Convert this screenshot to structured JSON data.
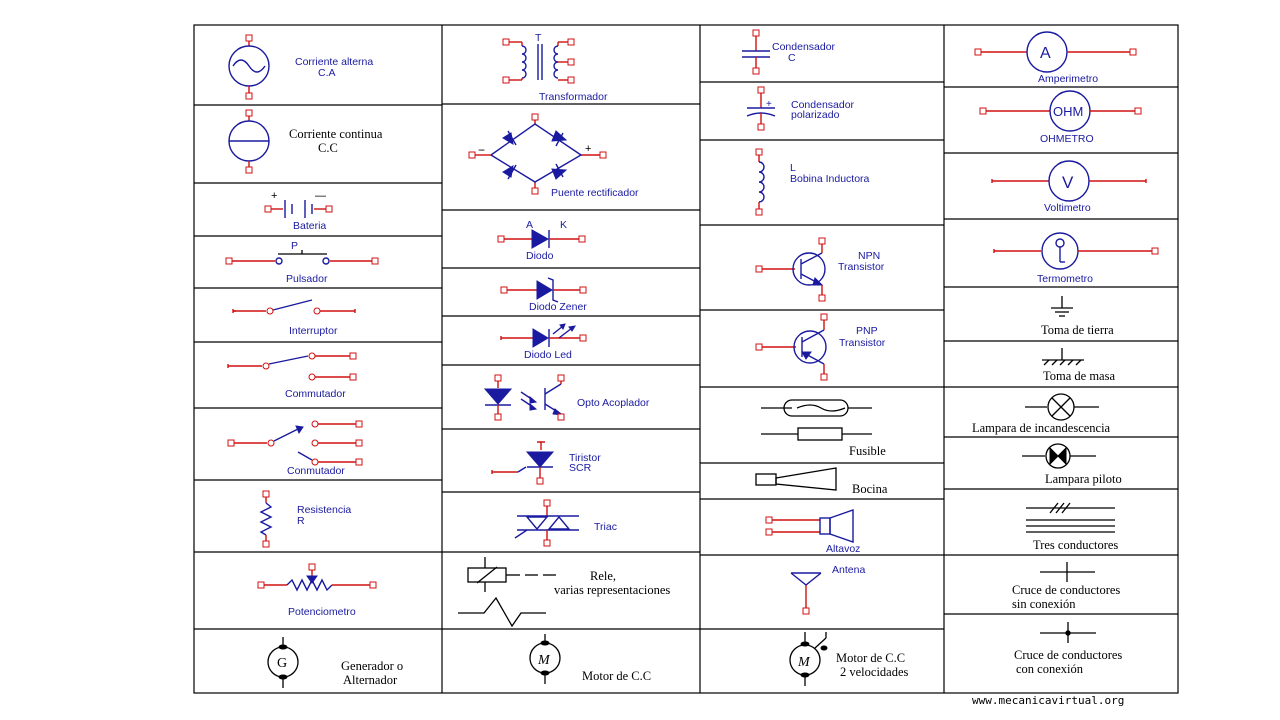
{
  "symbols": {
    "col1": {
      "ac": [
        "Corriente alterna",
        "C.A"
      ],
      "dc": [
        "Corriente continua",
        "C.C"
      ],
      "battery": "Bateria",
      "battery_plus": "+",
      "battery_minus": "—",
      "pushbutton": "Pulsador",
      "pushbutton_p": "P",
      "switch": "Interruptor",
      "changeover1": "Commutador",
      "changeover2": "Conmutador",
      "resistor": [
        "Resistencia",
        "R"
      ],
      "pot": "Potenciometro",
      "generator": [
        "Generador o",
        "Alternador"
      ],
      "generator_g": "G"
    },
    "col2": {
      "transformer": "Transformador",
      "transformer_t": "T",
      "bridge": "Puente rectificador",
      "bridge_minus": "−",
      "bridge_plus": "+",
      "diode": "Diodo",
      "diode_a": "A",
      "diode_k": "K",
      "zener": "Diodo Zener",
      "led": "Diodo Led",
      "opto": "Opto Acoplador",
      "scr": [
        "Tiristor",
        "SCR"
      ],
      "triac": "Triac",
      "relay": [
        "Rele,",
        "varias representaciones"
      ],
      "motor": "Motor de C.C",
      "motor_m": "M"
    },
    "col3": {
      "cap": [
        "Condensador",
        "C"
      ],
      "cap_pol": [
        "Condensador",
        "polarizado"
      ],
      "cap_plus": "+",
      "inductor": [
        "L",
        "Bobina Inductora"
      ],
      "npn": [
        "NPN",
        "Transistor"
      ],
      "pnp": [
        "PNP",
        "Transistor"
      ],
      "fuse": "Fusible",
      "horn": "Bocina",
      "speaker": "Altavoz",
      "antenna": "Antena",
      "motor2": [
        "Motor de C.C",
        "2 velocidades"
      ],
      "motor2_m": "M"
    },
    "col4": {
      "ammeter": "Amperimetro",
      "ammeter_sym": "A",
      "ohmmeter": "OHMETRO",
      "ohmmeter_sym": "OHM",
      "voltmeter": "Voltimetro",
      "voltmeter_sym": "V",
      "thermometer": "Termometro",
      "ground": "Toma de tierra",
      "chassis": "Toma de masa",
      "lamp": "Lampara de incandescencia",
      "pilot": "Lampara piloto",
      "three": "Tres conductores",
      "cross_no": [
        "Cruce de conductores",
        "sin conexión"
      ],
      "cross_yes": [
        "Cruce de conductores",
        "con conexión"
      ]
    }
  },
  "footer": {
    "website": "www.mecanicavirtual.org"
  },
  "colors": {
    "symbol": "#1a1aa0",
    "wire": "#d01010",
    "text_black": "#000000"
  }
}
